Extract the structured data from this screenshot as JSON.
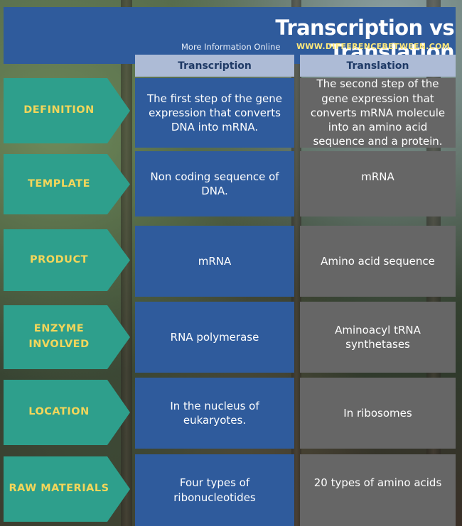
{
  "header": {
    "title": "Transcription vs Translation",
    "more_info": "More Information  Online",
    "site": "WWW.DIFFERENCEBETWEEN.COM"
  },
  "columns": {
    "transcription": "Transcription",
    "translation": "Translation"
  },
  "rows": [
    {
      "label": "DEFINITION",
      "transcription": "The first step of the gene expression that converts DNA into mRNA.",
      "translation": "The second step of the gene expression that converts mRNA molecule into an amino acid sequence and a protein."
    },
    {
      "label": "TEMPLATE",
      "transcription": "Non coding sequence of DNA.",
      "translation": "mRNA"
    },
    {
      "label": "PRODUCT",
      "transcription": "mRNA",
      "translation": "Amino acid sequence"
    },
    {
      "label": "ENZYME INVOLVED",
      "transcription": "RNA polymerase",
      "translation": "Aminoacyl tRNA synthetases"
    },
    {
      "label": "LOCATION",
      "transcription": "In the nucleus of eukaryotes.",
      "translation": "In ribosomes"
    },
    {
      "label": "RAW MATERIALS",
      "transcription": "Four types of ribonucleotides",
      "translation": "20 types of amino acids"
    }
  ],
  "colors": {
    "header_blue": "#2f5b9c",
    "label_teal": "#2e9f8c",
    "label_text_yellow": "#f3d65a",
    "column_header": "#adbbd6",
    "translation_gray": "#666666",
    "site_yellow": "#ffe87a"
  }
}
